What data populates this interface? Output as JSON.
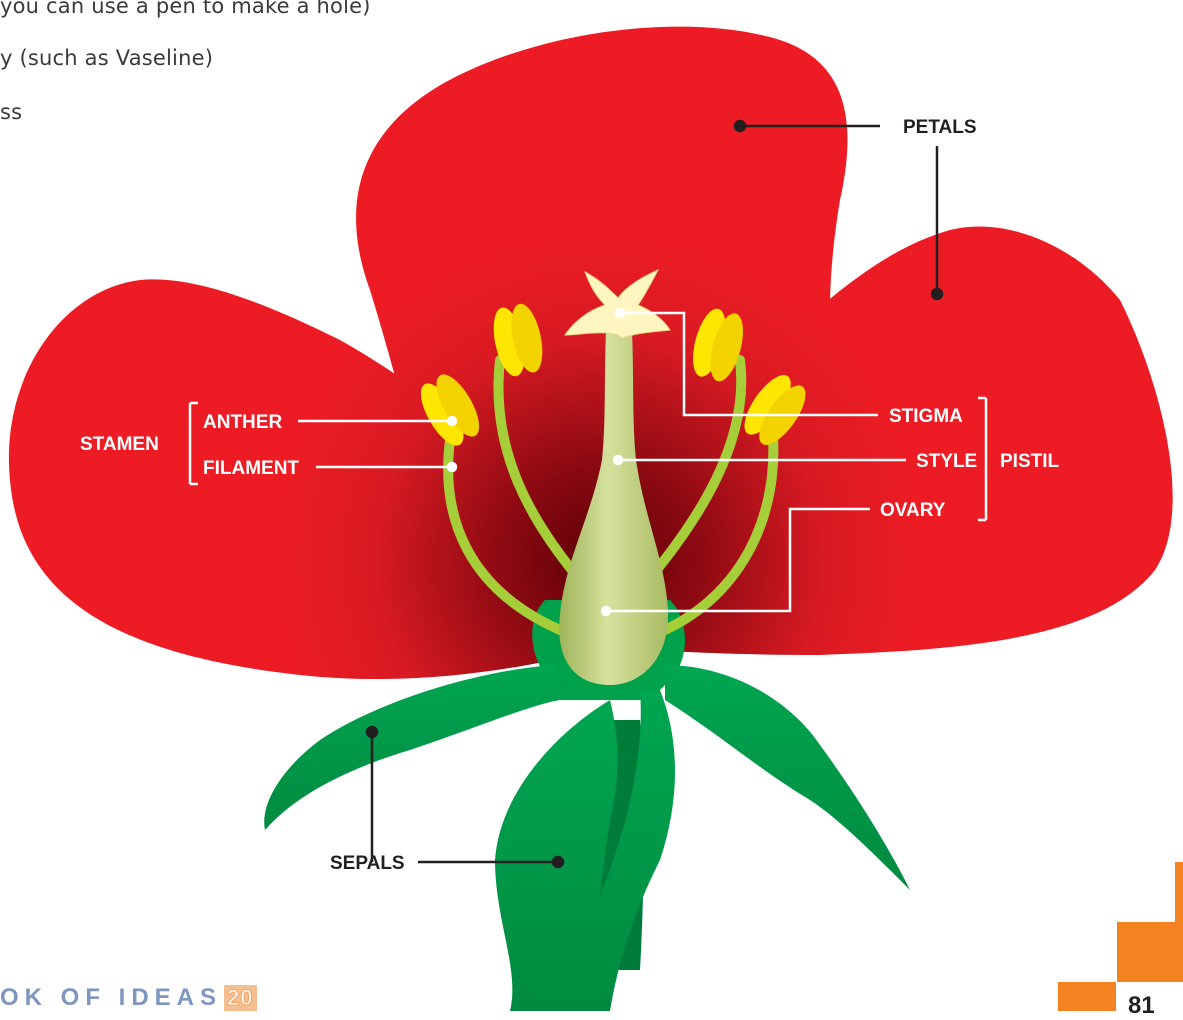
{
  "intro_lines": [
    "you can use a pen to make a hole)",
    "y (such as Vaseline)",
    "ss"
  ],
  "labels": {
    "petals": "PETALS",
    "stamen": "STAMEN",
    "anther": "ANTHER",
    "filament": "FILAMENT",
    "stigma": "STIGMA",
    "style": "STYLE",
    "ovary": "OVARY",
    "pistil": "PISTIL",
    "sepals": "SEPALS"
  },
  "footer": {
    "text": "OK OF IDEAS",
    "number": "20"
  },
  "page_number": "81",
  "colors": {
    "petal": "#ed1c24",
    "petal_dark": "#8e0a12",
    "sepal": "#00a14b",
    "stamen_stem": "#a6ce39",
    "anther": "#ffe600",
    "pistil": "#c7d690",
    "stigma": "#fff5c0",
    "accent": "#f58220"
  }
}
